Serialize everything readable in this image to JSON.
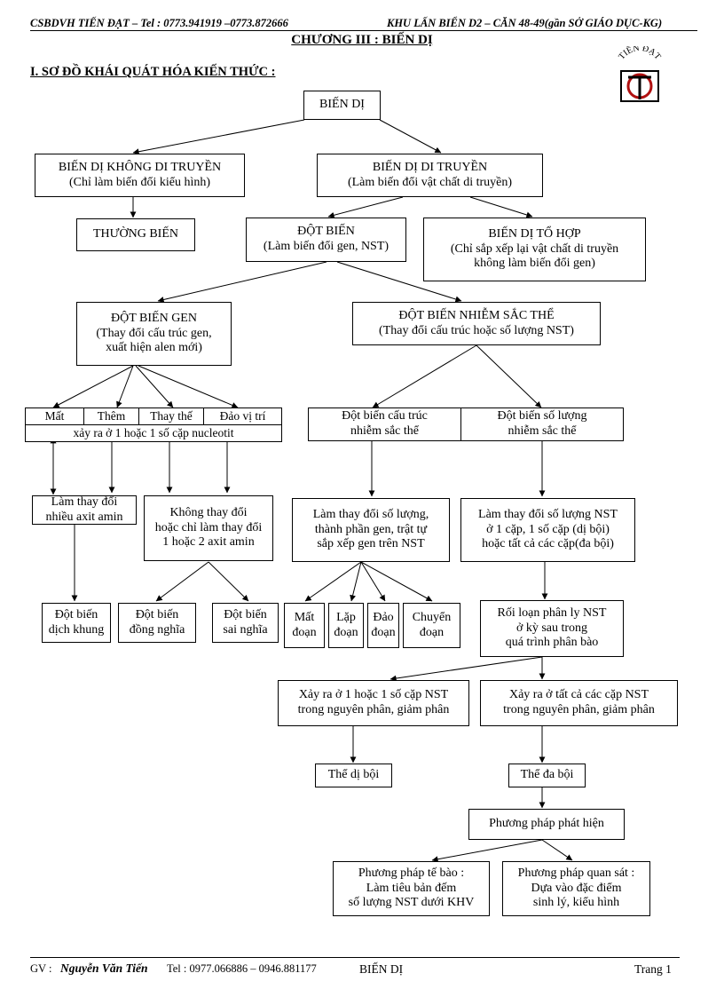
{
  "header": {
    "left": "CSBDVH  TIẾN  ĐẠT – Tel : 0773.941919 –0773.872666",
    "right": "KHU  LẤN BIỂN  D2 – CĂN  48-49(gần SỞ GIÁO  DỤC-KG)"
  },
  "chapter_title": "CHƯƠNG III : BIẾN DỊ",
  "section_title": "I. SƠ ĐỒ KHÁI QUÁT HÓA KIẾN THỨC :",
  "logo_text": "TIẾN ĐẠT",
  "nodes": {
    "root": [
      "BIẾN DỊ"
    ],
    "non_hereditary": [
      "BIẾN DỊ KHÔNG DI TRUYỀN",
      "(Chỉ làm biến đổi kiểu hình)"
    ],
    "hereditary": [
      "BIẾN DỊ DI TRUYỀN",
      "(Làm biến đổi vật chất di truyền)"
    ],
    "modification": [
      "THƯỜNG BIẾN"
    ],
    "mutation": [
      "ĐỘT BIẾN",
      "(Làm biến đổi gen, NST)"
    ],
    "recombination": [
      "BIẾN DỊ TỔ HỢP",
      "(Chỉ sắp xếp lại vật chất di truyền",
      "không làm biến đổi gen)"
    ],
    "gene_mutation": [
      "ĐỘT BIẾN GEN",
      "(Thay đổi cấu trúc gen,",
      "xuất hiện alen mới)"
    ],
    "chromosome_mutation": [
      "ĐỘT BIẾN NHIỄM SẮC THỂ",
      "(Thay đổi cấu trúc hoặc số lượng NST)"
    ],
    "gene_types": [
      "Mất",
      "Thêm",
      "Thay thế",
      "Đảo vị trí"
    ],
    "gene_types_note": "xảy ra ở 1 hoặc 1 số cặp nucleotit",
    "structural": [
      "Đột biến cấu trúc",
      "nhiễm  sắc thể"
    ],
    "numerical": [
      "Đột biến số lượng",
      "nhiễm  sắc thể"
    ],
    "change_many": [
      "Làm thay đổi",
      "nhiều  axit amin"
    ],
    "change_few": [
      "Không  thay đổi",
      "hoặc chỉ làm thay đổi",
      "1 hoặc 2 axit amin"
    ],
    "struct_effect": [
      "Làm thay đổi số lượng,",
      "thành phần gen, trật tự",
      "sắp xếp gen trên NST"
    ],
    "num_effect": [
      "Làm thay đổi số lượng NST",
      "ở 1 cặp, 1 số cặp  (dị bội)",
      "hoặc tất cả  các cặp(đa bội)"
    ],
    "frameshift": [
      "Đột biến",
      "dịch khung"
    ],
    "synonymous": [
      "Đột biến",
      "đồng nghĩa"
    ],
    "missense": [
      "Đột biến",
      "sai nghĩa"
    ],
    "deletion": [
      "Mất",
      "đoạn"
    ],
    "duplication": [
      "Lặp",
      "đoạn"
    ],
    "inversion": [
      "Đảo",
      "đoạn"
    ],
    "translocation": [
      "Chuyển",
      "đoạn"
    ],
    "nondisjunction": [
      "Rối loạn phân ly NST",
      "ở kỳ sau trong",
      "quá trình phân bào"
    ],
    "one_pair": [
      "Xảy ra ở 1 hoặc 1 số cặp NST",
      "trong nguyên phân, giảm phân"
    ],
    "all_pairs": [
      "Xảy ra ở tất cả các cặp NST",
      "trong nguyên phân, giảm phân"
    ],
    "aneuploid": [
      "Thể dị bội"
    ],
    "polyploid": [
      "Thể đa bội"
    ],
    "detection": [
      "Phương pháp phát hiện"
    ],
    "cytology": [
      "Phương pháp tế bào :",
      "Làm tiêu bản đếm",
      "số lượng  NST dưới KHV"
    ],
    "observation": [
      "Phương pháp quan sát :",
      "Dựa vào đặc điểm",
      "sinh lý, kiểu hình"
    ]
  },
  "footer": {
    "teacher_label": "GV :",
    "teacher_name": "Nguyễn Văn Tiến",
    "phones": "Tel : 0977.066886   – 0946.881177",
    "subject": "BIẾN DỊ",
    "page": "Trang 1"
  }
}
